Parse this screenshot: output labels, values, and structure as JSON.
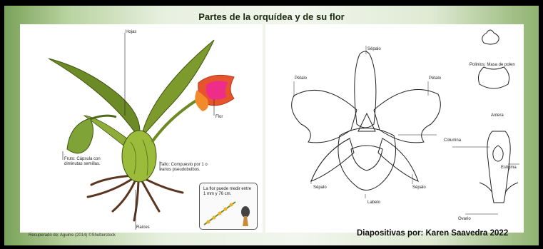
{
  "title": "Partes de la orquídea y de su flor",
  "left_labels": {
    "hojas": "Hojas",
    "flor": "Flor",
    "fruto": "Fruto: Cápsula con diminutas semillas.",
    "tallo": "Tallo: Compuesto por 1 o varios pseudobulbos.",
    "raices": "Raíces",
    "size_note": "La flor puede medir entre 1 mm y 76 cm."
  },
  "right_labels": {
    "sepalo_top": "Sépalo",
    "petalo_left": "Pétalo",
    "petalo_right": "Pétalo",
    "polinios": "Polinios: Masa de polen",
    "antera": "Antera",
    "columna": "Columna",
    "estigma": "Estigma",
    "sepalo_left": "Sépalo",
    "sepalo_right": "Sépalo",
    "labelo": "Labelo",
    "ovario": "Ovario"
  },
  "footer": {
    "credit": "Recuperado de: Aguirre (2014) ©Shutterstock",
    "author": "Diapositivas por: Karen Saavedra 2022"
  }
}
